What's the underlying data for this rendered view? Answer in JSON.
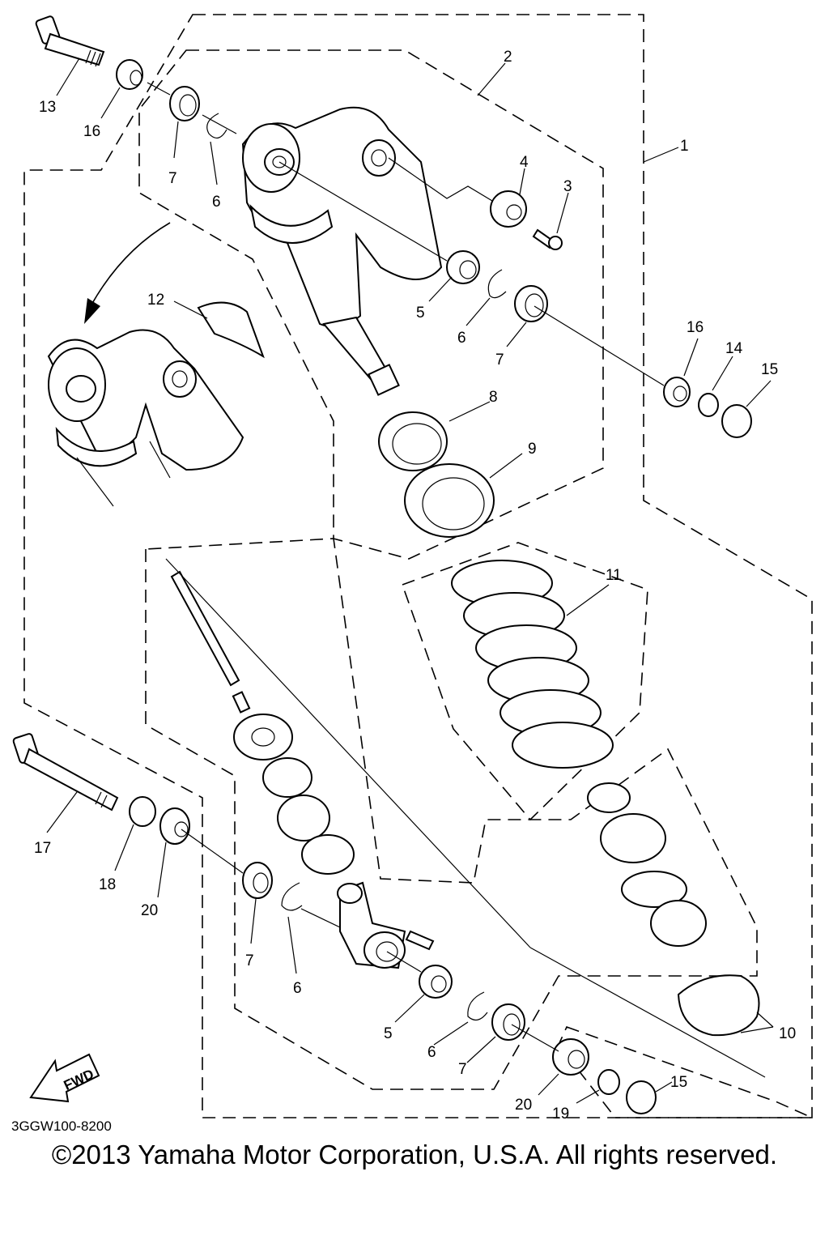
{
  "callouts": [
    {
      "id": "1",
      "text": "1"
    },
    {
      "id": "2",
      "text": "2"
    },
    {
      "id": "3",
      "text": "3"
    },
    {
      "id": "4",
      "text": "4"
    },
    {
      "id": "5a",
      "text": "5"
    },
    {
      "id": "5b",
      "text": "5"
    },
    {
      "id": "6a",
      "text": "6"
    },
    {
      "id": "6b",
      "text": "6"
    },
    {
      "id": "6c",
      "text": "6"
    },
    {
      "id": "6d",
      "text": "6"
    },
    {
      "id": "7a",
      "text": "7"
    },
    {
      "id": "7b",
      "text": "7"
    },
    {
      "id": "7c",
      "text": "7"
    },
    {
      "id": "7d",
      "text": "7"
    },
    {
      "id": "8",
      "text": "8"
    },
    {
      "id": "9",
      "text": "9"
    },
    {
      "id": "10",
      "text": "10"
    },
    {
      "id": "11",
      "text": "11"
    },
    {
      "id": "12",
      "text": "12"
    },
    {
      "id": "13",
      "text": "13"
    },
    {
      "id": "14",
      "text": "14"
    },
    {
      "id": "15a",
      "text": "15"
    },
    {
      "id": "15b",
      "text": "15"
    },
    {
      "id": "16a",
      "text": "16"
    },
    {
      "id": "16b",
      "text": "16"
    },
    {
      "id": "17",
      "text": "17"
    },
    {
      "id": "18",
      "text": "18"
    },
    {
      "id": "19",
      "text": "19"
    },
    {
      "id": "20a",
      "text": "20"
    },
    {
      "id": "20b",
      "text": "20"
    }
  ],
  "fwd_label": "FWD",
  "diagram_code": "3GGW100-8200",
  "copyright": "©2013 Yamaha Motor Corporation, U.S.A. All rights reserved."
}
